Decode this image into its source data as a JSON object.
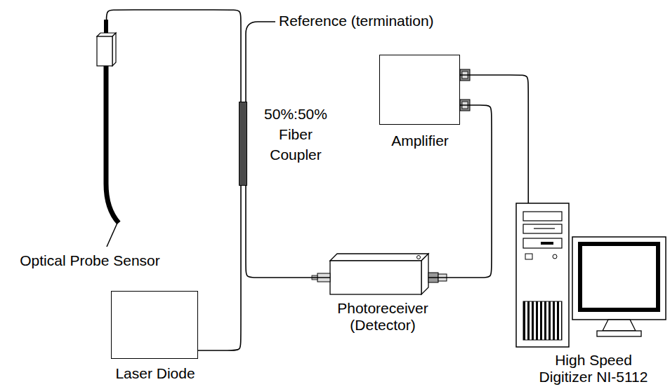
{
  "diagram": {
    "nodes": [
      {
        "text": [
          "Optical Probe Sensor"
        ]
      },
      {
        "text": [
          "50%:50% Fiber Coupler"
        ]
      },
      {
        "text": [
          "Amplifier"
        ]
      },
      {
        "text": [
          "Photoreceiver (Detector)"
        ]
      },
      {
        "text": [
          "Laser Diode"
        ]
      },
      {
        "text": [
          "High Speed Digitizer NI-5112"
        ]
      }
    ],
    "edges": [
      {
        "from": 0,
        "to": 1,
        "arrow": "none"
      },
      {
        "from": 4,
        "to": 1,
        "arrow": "none"
      },
      {
        "from": 1,
        "to": 3,
        "arrow": "none"
      },
      {
        "from": 3,
        "to": 2,
        "arrow": "none"
      },
      {
        "from": 2,
        "to": 5,
        "arrow": "none"
      }
    ],
    "labels": [
      "Reference (termination)"
    ]
  }
}
